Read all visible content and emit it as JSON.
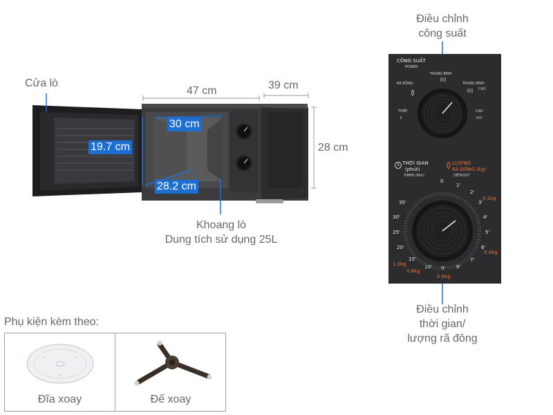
{
  "labels": {
    "door": "Cửa lò",
    "cavity_line1": "Khoang lò",
    "cavity_line2": "Dung tích sử dụng 25L",
    "power_knob_line1": "Điều chỉnh",
    "power_knob_line2": "công suất",
    "time_knob_line1": "Điều chỉnh",
    "time_knob_line2": "thời gian/",
    "time_knob_line3": "lượng rã đông",
    "accessories": "Phụ kiện kèm theo:"
  },
  "dimensions": {
    "width": "47 cm",
    "depth": "39 cm",
    "height": "28 cm",
    "inner_width": "30 cm",
    "inner_height": "19.7 cm",
    "inner_depth": "28.2 cm"
  },
  "control_panel": {
    "power_title": "CÔNG SUẤT",
    "power_sub": "POWER",
    "levels": {
      "defrost": "RÃ ĐÔNG",
      "medium": "TRUNG BÌNH",
      "medium_high_1": "TRUNG BÌNH",
      "medium_high_2": "CAO",
      "low": "THẤP",
      "high": "CAO"
    },
    "timer_title_1": "THỜI GIAN",
    "timer_title_2": "(phút)",
    "timer_sub": "TIMER (Min)",
    "defrost_title_1": "LƯỢNG",
    "defrost_title_2": "RÃ ĐÔNG (kg)",
    "defrost_sub": "DEFROST",
    "dial_numbers": {
      "n0": "0",
      "n1": "1'",
      "n2": "2'",
      "n3": "3'",
      "n4": "4'",
      "n5": "5'",
      "n6": "6'",
      "n7": "7'",
      "n8": "8'",
      "n9": "9'",
      "n10": "10'",
      "n15": "15'",
      "n20": "20'",
      "n25": "25'",
      "n30": "30'",
      "n35": "35'"
    },
    "dial_weights": {
      "w02": "0.2kg",
      "w04": "0.4kg",
      "w06": "0.6kg",
      "w08": "0.8kg",
      "w10": "1.0kg"
    }
  },
  "accessory_items": [
    {
      "label": "Đĩa xoay"
    },
    {
      "label": "Đế xoay"
    }
  ],
  "colors": {
    "dimension_blue": "#1c6fd1",
    "panel_bg": "#2c2c2e",
    "defrost_orange": "#e8743b",
    "text_gray": "#666666"
  }
}
